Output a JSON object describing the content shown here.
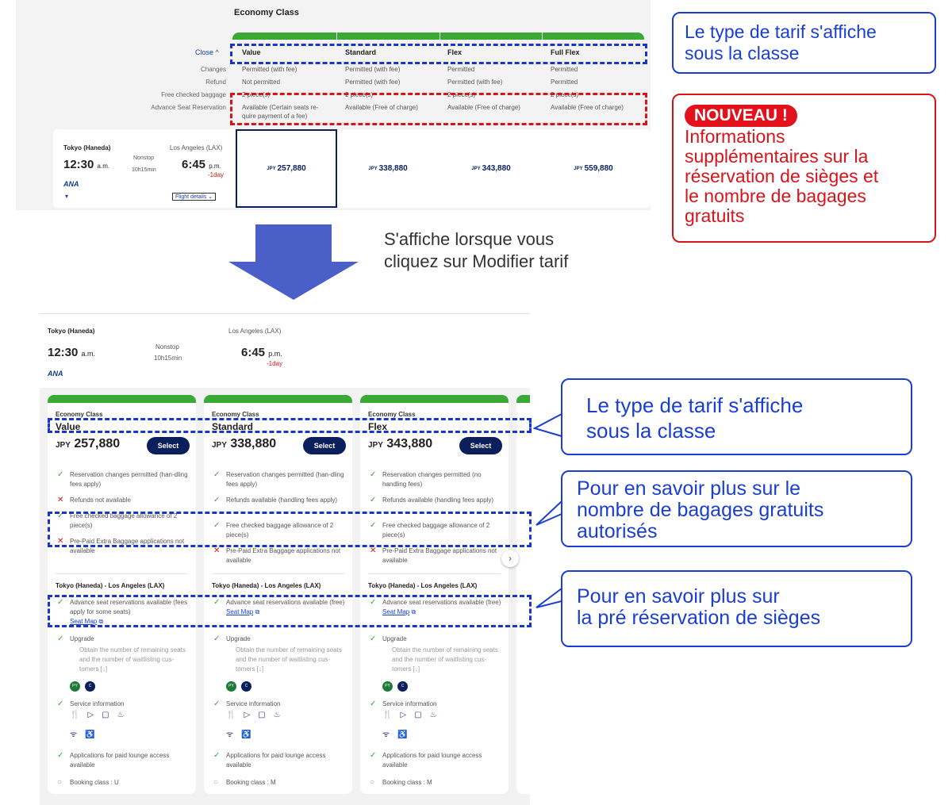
{
  "top": {
    "class_title": "Economy Class",
    "close_label": "Close ^",
    "row_labels": [
      "Changes",
      "Refund",
      "Free checked baggage",
      "Advance Seat Reservation"
    ],
    "fares": [
      {
        "name": "Value",
        "changes": "Permitted (with fee)",
        "refund": "Not permitted",
        "baggage": "2 piece(s)",
        "seat": "Available (Certain seats re-quire payment of a fee)",
        "currency": "JPY",
        "price": "257,880"
      },
      {
        "name": "Standard",
        "changes": "Permitted (with fee)",
        "refund": "Permitted (with fee)",
        "baggage": "2 piece(s)",
        "seat": "Available (Free of charge)",
        "currency": "JPY",
        "price": "338,880"
      },
      {
        "name": "Flex",
        "changes": "Permitted",
        "refund": "Permitted (with fee)",
        "baggage": "2 piece(s)",
        "seat": "Available (Free of charge)",
        "currency": "JPY",
        "price": "343,880"
      },
      {
        "name": "Full Flex",
        "changes": "Permitted",
        "refund": "Permitted",
        "baggage": "2 piece(s)",
        "seat": "Available (Free of charge)",
        "currency": "JPY",
        "price": "559,880"
      }
    ],
    "flight": {
      "from": "Tokyo (Haneda)",
      "to": "Los Angeles (LAX)",
      "dep": "12:30",
      "dep_ampm": "a.m.",
      "arr": "6:45",
      "arr_ampm": "p.m.",
      "day": "-1day",
      "stop": "Nonstop",
      "duration": "10h15min",
      "airline": "ANA",
      "details": "Flight details"
    }
  },
  "callouts": {
    "c1": [
      "Le type de tarif s'affiche",
      "sous la classe"
    ],
    "new_badge": "NOUVEAU !",
    "c2": [
      "Informations",
      "supplémentaires sur la",
      "réservation de sièges et",
      "le nombre de bagages",
      "gratuits"
    ],
    "arrow_text": [
      "S'affiche lorsque vous",
      "cliquez sur Modifier tarif"
    ],
    "c3": [
      "Le type de tarif s'affiche",
      "sous la classe"
    ],
    "c4": [
      "Pour en savoir plus sur le",
      "nombre de bagages gratuits",
      "autorisés"
    ],
    "c5": [
      "Pour en savoir plus sur",
      "la pré réservation de sièges"
    ]
  },
  "lower": {
    "flight": {
      "from": "Tokyo (Haneda)",
      "to": "Los Angeles (LAX)",
      "dep": "12:30",
      "dep_ampm": "a.m.",
      "arr": "6:45",
      "arr_ampm": "p.m.",
      "day": "-1day",
      "stop": "Nonstop",
      "duration": "10h15min",
      "airline": "ANA"
    },
    "select_label": "Select",
    "cards": [
      {
        "cls": "Economy Class",
        "fare": "Value",
        "currency": "JPY",
        "price": "257,880",
        "f1": "Reservation changes permitted (han-dling fees apply)",
        "f2": "Refunds not available",
        "f2ok": false,
        "f3": "Free checked baggage allowance of 2 piece(s)",
        "f4": "Pre-Paid Extra Baggage applications not available",
        "route": "Tokyo (Haneda)  -  Los Angeles (LAX)",
        "seat": "Advance seat reservations available (fees apply for some seats)",
        "seatmap": "Seat Map",
        "upgrade": "Upgrade",
        "upgrade_desc": "Obtain the number of remaining seats and the number of waitlisting cus-tomers",
        "service": "Service information",
        "lounge": "Applications for paid lounge access available",
        "booking": "Booking class : U"
      },
      {
        "cls": "Economy Class",
        "fare": "Standard",
        "currency": "JPY",
        "price": "338,880",
        "f1": "Reservation changes permitted (han-dling fees apply)",
        "f2": "Refunds available (handling fees apply)",
        "f2ok": true,
        "f3": "Free checked baggage allowance of 2 piece(s)",
        "f4": "Pre-Paid Extra Baggage applications not available",
        "route": "Tokyo (Haneda)  -  Los Angeles (LAX)",
        "seat": "Advance seat reservations available (free)",
        "seatmap": "Seat Map",
        "upgrade": "Upgrade",
        "upgrade_desc": "Obtain the number of remaining seats and the number of waitlisting cus-tomers",
        "service": "Service information",
        "lounge": "Applications for paid lounge access available",
        "booking": "Booking class : M"
      },
      {
        "cls": "Economy Class",
        "fare": "Flex",
        "currency": "JPY",
        "price": "343,880",
        "f1": "Reservation changes permitted (no handling fees)",
        "f2": "Refunds available (handling fees apply)",
        "f2ok": true,
        "f3": "Free checked baggage allowance of 2 piece(s)",
        "f4": "Pre-Paid Extra Baggage applications not available",
        "route": "Tokyo (Haneda)  -  Los Angeles (LAX)",
        "seat": "Advance seat reservations available (free)",
        "seatmap": "Seat Map",
        "upgrade": "Upgrade",
        "upgrade_desc": "Obtain the number of remaining seats and the number of waitlisting cus-tomers",
        "service": "Service information",
        "lounge": "Applications for paid lounge access available",
        "booking": "Booking class : M"
      }
    ]
  },
  "colors": {
    "accent_blue": "#1a3fd0",
    "red": "#d8141b",
    "green": "#3aa935",
    "navy": "#0b1f5c",
    "arrow": "#4a5fc8"
  }
}
